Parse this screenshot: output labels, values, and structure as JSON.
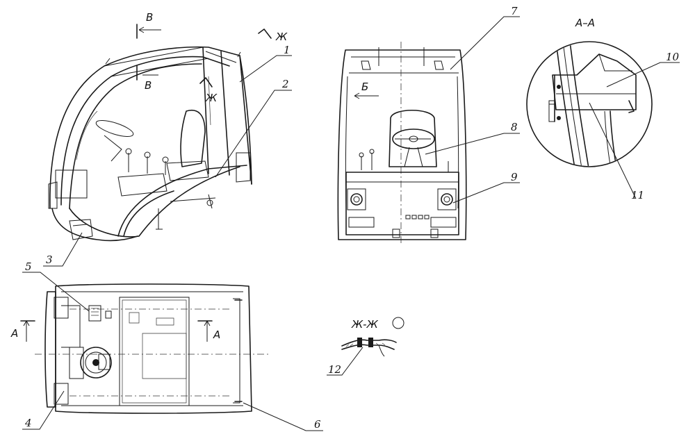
{
  "callouts": [
    "1",
    "2",
    "3",
    "4",
    "5",
    "6",
    "7",
    "8",
    "9",
    "10",
    "11",
    "12"
  ],
  "section_marks": {
    "b_top": "В",
    "b_bottom": "В",
    "zh_top": "Ж",
    "zh_mid": "Ж",
    "b_cyr": "Б",
    "a_left": "А",
    "a_right": "А"
  },
  "section_titles": {
    "aa": "А–А",
    "zhzh": "Ж-Ж"
  }
}
